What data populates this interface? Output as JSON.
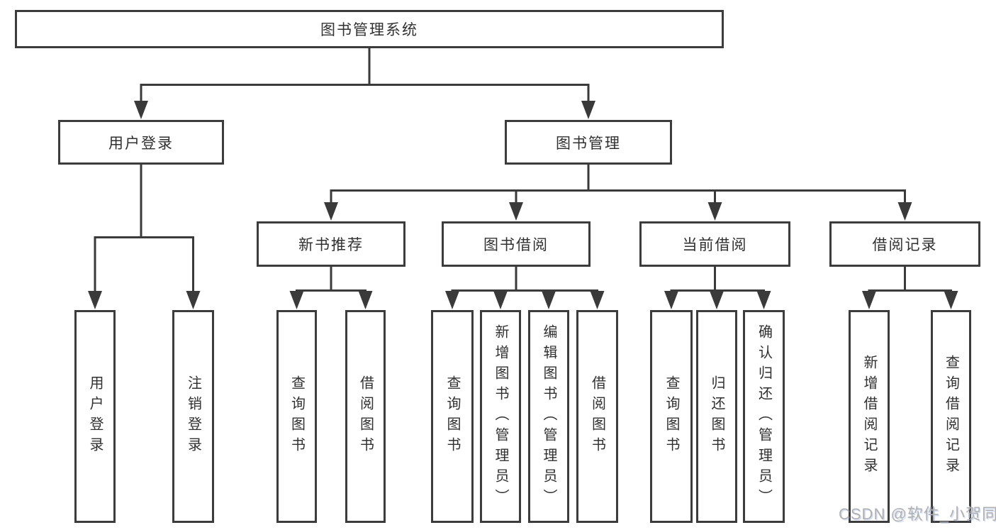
{
  "diagram": {
    "root": {
      "label": "图书管理系统"
    },
    "level2": [
      {
        "label": "用户登录"
      },
      {
        "label": "图书管理"
      }
    ],
    "level3": [
      {
        "label": "新书推荐"
      },
      {
        "label": "图书借阅"
      },
      {
        "label": "当前借阅"
      },
      {
        "label": "借阅记录"
      }
    ],
    "leaves": {
      "user_login": [
        {
          "label": "用户登录"
        },
        {
          "label": "注销登录"
        }
      ],
      "new_book": [
        {
          "label": "查询图书"
        },
        {
          "label": "借阅图书"
        }
      ],
      "book_borrow": [
        {
          "label": "查询图书"
        },
        {
          "label": "新增图书（管理员）"
        },
        {
          "label": "编辑图书（管理员）"
        },
        {
          "label": "借阅图书"
        }
      ],
      "current_borrow": [
        {
          "label": "查询图书"
        },
        {
          "label": "归还图书"
        },
        {
          "label": "确认归还（管理员）"
        }
      ],
      "records": [
        {
          "label": "新增借阅记录"
        },
        {
          "label": "查询借阅记录"
        }
      ]
    }
  },
  "colors": {
    "line": "#3a3a3a",
    "box_border": "#3c3c3c",
    "text": "#303030",
    "watermark": "#b0b0b0"
  },
  "watermark": {
    "text": "CSDN @软件_小贺同学"
  }
}
